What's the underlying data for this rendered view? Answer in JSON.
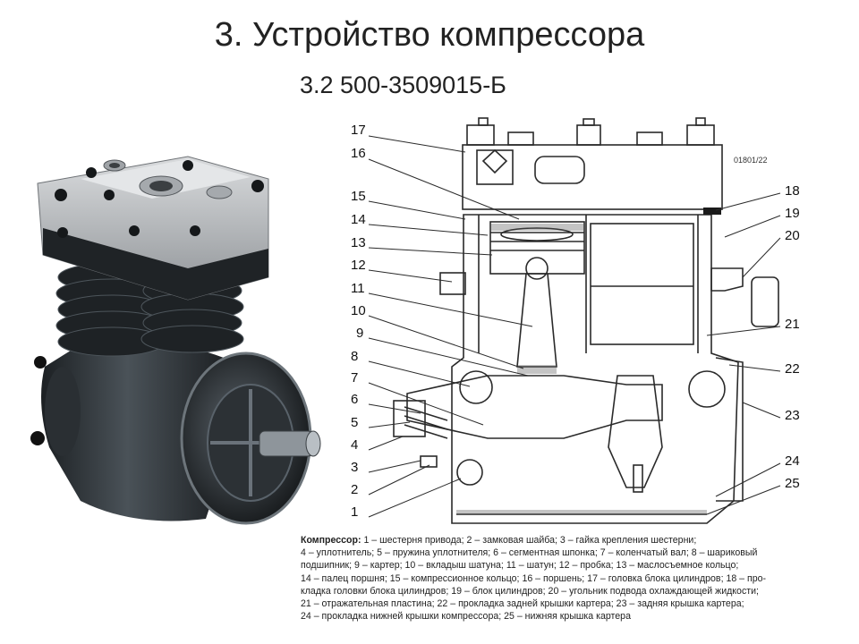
{
  "slide": {
    "title": "3. Устройство компрессора",
    "subtitle": "3.2 500-3509015-Б"
  },
  "drawing": {
    "stamp": "01801/22",
    "callouts": [
      "17",
      "16",
      "15",
      "14",
      "13",
      "12",
      "11",
      "10",
      "9",
      "8",
      "7",
      "6",
      "5",
      "4",
      "3",
      "2",
      "1",
      "18",
      "19",
      "20",
      "21",
      "22",
      "23",
      "24",
      "25"
    ]
  },
  "caption": {
    "heading": "Компрессор:",
    "lines": [
      "1 – шестерня привода; 2 – замковая шайба; 3 – гайка крепления шестерни;",
      "4 – уплотнитель; 5 – пружина уплотнителя; 6 – сегментная шпонка; 7 – коленчатый вал; 8 – шариковый",
      "подшипник; 9 – картер; 10 – вкладыш шатуна; 11 – шатун; 12 – пробка; 13 – маслосъемное кольцо;",
      "14 – палец поршня; 15 – компрессионное кольцо; 16 – поршень; 17 – головка блока цилиндров; 18 – про-",
      "кладка головки блока цилиндров; 19 – блок цилиндров; 20 – угольник подвода охлаждающей жидкости;",
      "21 – отражательная пластина; 22 – прокладка задней крышки картера; 23 – задняя крышка картера;",
      "24 – прокладка нижней крышки компрессора; 25 – нижняя крышка картера"
    ]
  },
  "colors": {
    "casting": "#2d3236",
    "head": "#b9bcbf",
    "line": "#2a2a2a"
  }
}
